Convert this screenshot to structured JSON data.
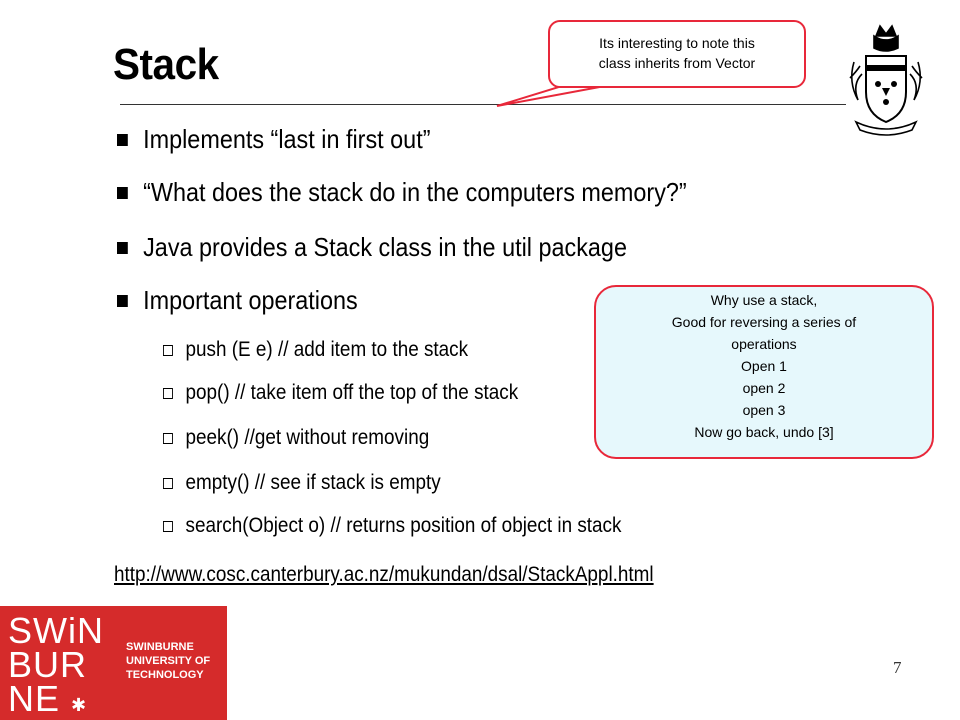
{
  "slide": {
    "title": "Stack",
    "bullets": [
      "Implements “last in first out”",
      "“What does the stack do in the computers memory?”",
      "Java provides a Stack class in the util package",
      "Important operations"
    ],
    "sub_bullets": [
      "push (E e) // add item to the stack",
      "pop() // take item off the top of the stack",
      "peek() //get without removing",
      "empty() // see if stack is empty",
      "search(Object o) // returns position of object in stack"
    ],
    "link": "http://www.cosc.canterbury.ac.nz/mukundan/dsal/StackAppl.html",
    "page_number": "7"
  },
  "callouts": {
    "top": [
      "Its interesting to note this",
      "class inherits from Vector"
    ],
    "right": [
      "Why use a stack,",
      "Good for reversing a series of",
      "operations",
      "Open 1",
      "open 2",
      "open 3",
      "Now go back, undo [3]"
    ]
  },
  "logo": {
    "mark_lines": [
      "SWiN",
      "BUR",
      "NE"
    ],
    "word_lines": [
      "SWINBURNE",
      "UNIVERSITY OF",
      "TECHNOLOGY"
    ]
  },
  "colors": {
    "brand_red": "#d52b2b",
    "callout_border": "#e8283a",
    "callout_fill": "#e6f8fc"
  },
  "icons": {
    "crest": "university-crest-icon",
    "bullet": "filled-square-bullet",
    "sub_bullet": "hollow-square-bullet"
  }
}
